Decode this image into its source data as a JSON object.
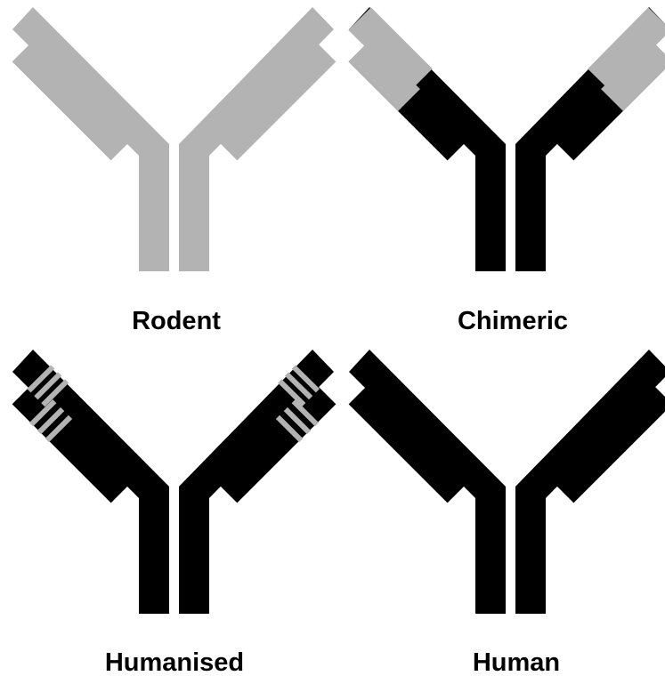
{
  "colors": {
    "rodent": "#b3b3b3",
    "human": "#000000",
    "background": "#ffffff"
  },
  "panels": [
    {
      "label": "Rodent",
      "type": "rodent"
    },
    {
      "label": "Chimeric",
      "type": "chimeric"
    },
    {
      "label": "Humanised",
      "type": "humanised"
    },
    {
      "label": "Human",
      "type": "human"
    }
  ]
}
